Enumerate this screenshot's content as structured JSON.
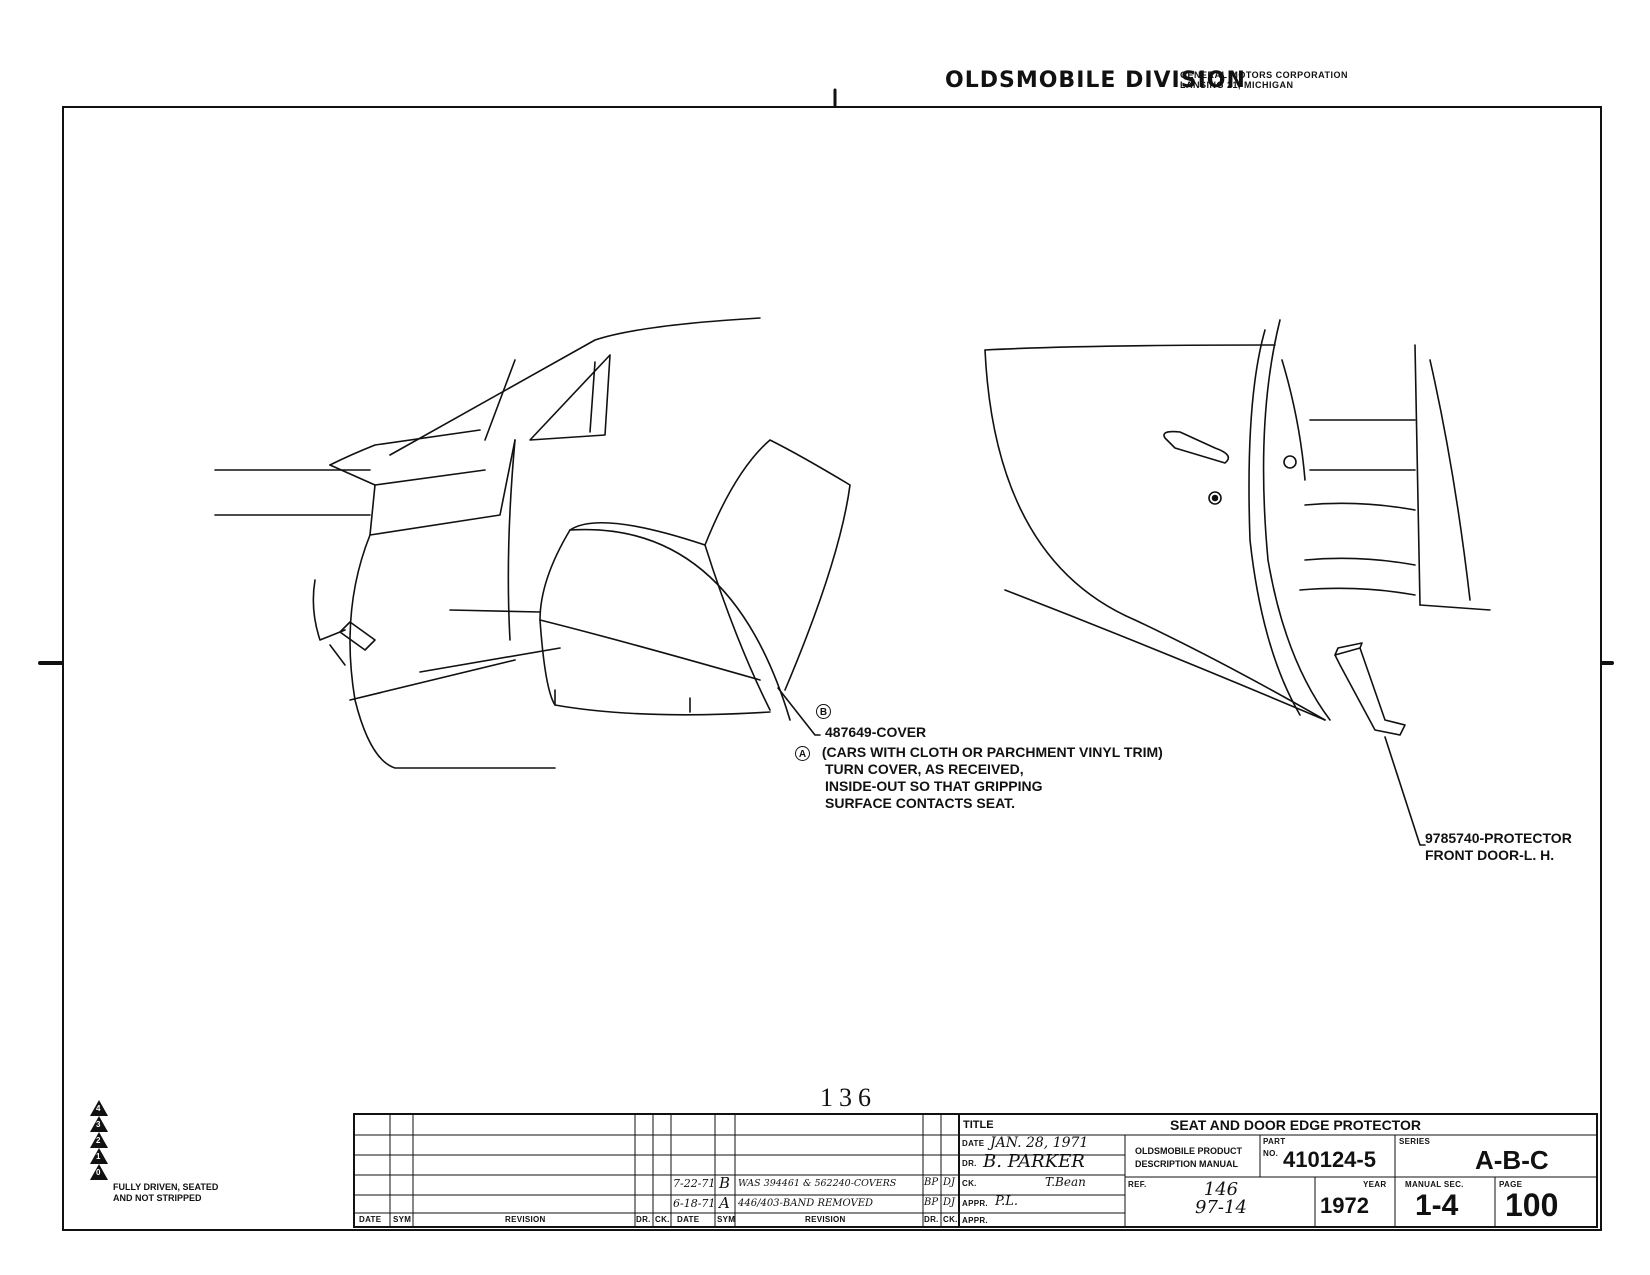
{
  "header": {
    "division": "OLDSMOBILE DIVISION",
    "corporation": "GENERAL MOTORS CORPORATION",
    "location": "LANSING 21, MICHIGAN"
  },
  "callouts": {
    "cover": {
      "circle_label": "B",
      "part": "487649-COVER",
      "note_circle": "A",
      "note_line1": "(CARS WITH CLOTH OR PARCHMENT VINYL TRIM)",
      "note_line2": "TURN COVER, AS RECEIVED,",
      "note_line3": "INSIDE-OUT SO THAT GRIPPING",
      "note_line4": "SURFACE CONTACTS SEAT."
    },
    "protector": {
      "line1": "9785740-PROTECTOR",
      "line2": "FRONT DOOR-L. H."
    }
  },
  "page_number": "136",
  "legend": {
    "triangles": [
      "4",
      "3",
      "2",
      "1",
      "0"
    ],
    "text_line1": "FULLY DRIVEN, SEATED",
    "text_line2": "AND NOT STRIPPED"
  },
  "revision_block": {
    "col_headers": [
      "DATE",
      "SYM",
      "REVISION",
      "DR.",
      "CK.",
      "DATE",
      "SYM",
      "REVISION",
      "DR.",
      "CK."
    ],
    "entries": [
      {
        "date": "7-22-71",
        "sym": "B",
        "revision": "WAS 394461 & 562240-COVERS",
        "dr": "BP",
        "ck": "DJ"
      },
      {
        "date": "6-18-71",
        "sym": "A",
        "revision": "446/403-BAND REMOVED",
        "dr": "BP",
        "ck": "DJ"
      }
    ]
  },
  "title_block": {
    "title_label": "TITLE",
    "title": "SEAT AND DOOR EDGE PROTECTOR",
    "date_label": "DATE",
    "date": "JAN. 28, 1971",
    "dr_label": "DR.",
    "drawn_by": "B. PARKER",
    "ck_label": "CK.",
    "checked_by": "T.Bean",
    "appr_label": "APPR.",
    "approved_by": "P.L.",
    "appr2_label": "APPR.",
    "manual_line1": "OLDSMOBILE PRODUCT",
    "manual_line2": "DESCRIPTION MANUAL",
    "ref_label": "REF.",
    "ref_line1": "146",
    "ref_line2": "97-14",
    "part_label": "PART",
    "no_label": "NO.",
    "part_no": "410124-5",
    "series_label": "SERIES",
    "series": "A-B-C",
    "year_label": "YEAR",
    "year": "1972",
    "manual_sec_label": "MANUAL SEC.",
    "manual_sec": "1-4",
    "page_label": "PAGE",
    "page": "100"
  }
}
